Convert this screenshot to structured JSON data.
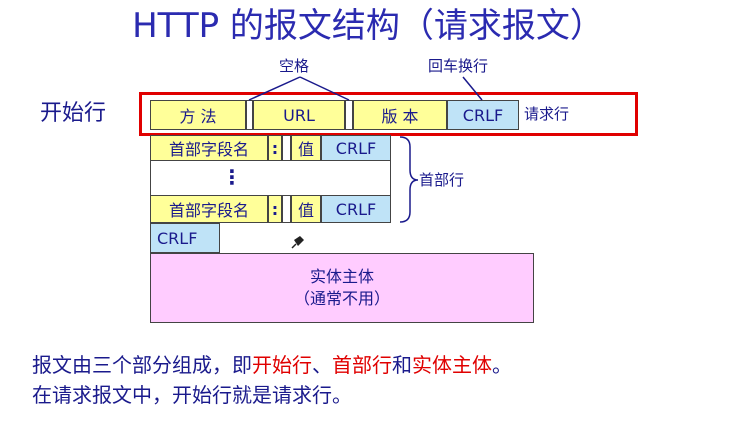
{
  "title": "HTTP 的报文结构（请求报文）",
  "labels": {
    "space": "空格",
    "crlf_label": "回车换行",
    "start_line": "开始行",
    "request_line": "请求行",
    "header_lines": "首部行"
  },
  "start_line_fields": {
    "method": "方 法",
    "url": "URL",
    "version": "版 本",
    "crlf": "CRLF"
  },
  "header_rows": [
    {
      "field": "首部字段名",
      "colon": ":",
      "value": "值",
      "crlf": "CRLF"
    },
    {
      "field": "首部字段名",
      "colon": ":",
      "value": "值",
      "crlf": "CRLF"
    }
  ],
  "ellipsis": "⋮",
  "empty_line_crlf": "CRLF",
  "entity_body": {
    "line1": "实体主体",
    "line2": "（通常不用）"
  },
  "description": {
    "line1_parts": [
      "报文由三个部分组成，即",
      "开始行",
      "、",
      "首部行",
      "和",
      "实体主体",
      "。"
    ],
    "line2": "在请求报文中，开始行就是请求行。"
  },
  "colors": {
    "title": "#2b2bb0",
    "field_fill": "#ffff99",
    "crlf_fill": "#bfe3f7",
    "entity_fill": "#ffccff",
    "highlight_frame": "#e00000",
    "highlight_text": "#e00000"
  }
}
